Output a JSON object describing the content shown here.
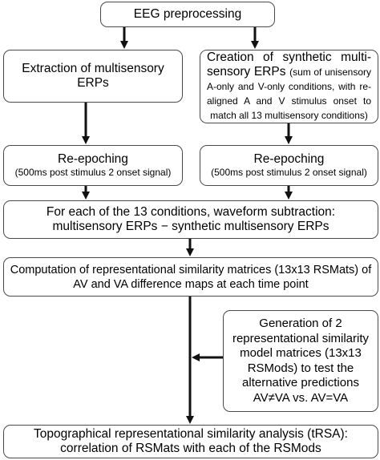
{
  "flowchart": {
    "eeg_preprocessing": "EEG preprocessing",
    "extraction": [
      "Extraction of multisensory",
      "ERPs"
    ],
    "synthetic": {
      "lines": [
        "Creation of synthetic multi-",
        "sensory ERPs"
      ],
      "detail": "(sum of unisensory A-only and V-only conditions, with re-aligned A and V stimulus onset to match all 13 multisensory conditions)"
    },
    "reepoch_left": {
      "title": "Re-epoching",
      "detail": "(500ms post stimulus 2 onset signal)"
    },
    "reepoch_right": {
      "title": "Re-epoching",
      "detail": "(500ms post stimulus 2 onset signal)"
    },
    "subtraction": [
      "For each of the 13 conditions, waveform subtraction:",
      "multisensory ERPs − synthetic multisensory ERPs"
    ],
    "rsmats": [
      "Computation of representational similarity matrices (13x13 RSMats) of",
      "AV and VA difference maps at each time point"
    ],
    "rsmods": [
      "Generation of 2",
      "representational similarity",
      "model matrices (13x13",
      "RSMods) to test the",
      "alternative predictions",
      "AV≠VA vs. AV=VA"
    ],
    "trsa": [
      "Topographical representational similarity analysis (tRSA):",
      "correlation of RSMats with each of the RSMods"
    ]
  },
  "colors": {
    "box_border": "#4a4a4a",
    "arrow": "#111111"
  }
}
